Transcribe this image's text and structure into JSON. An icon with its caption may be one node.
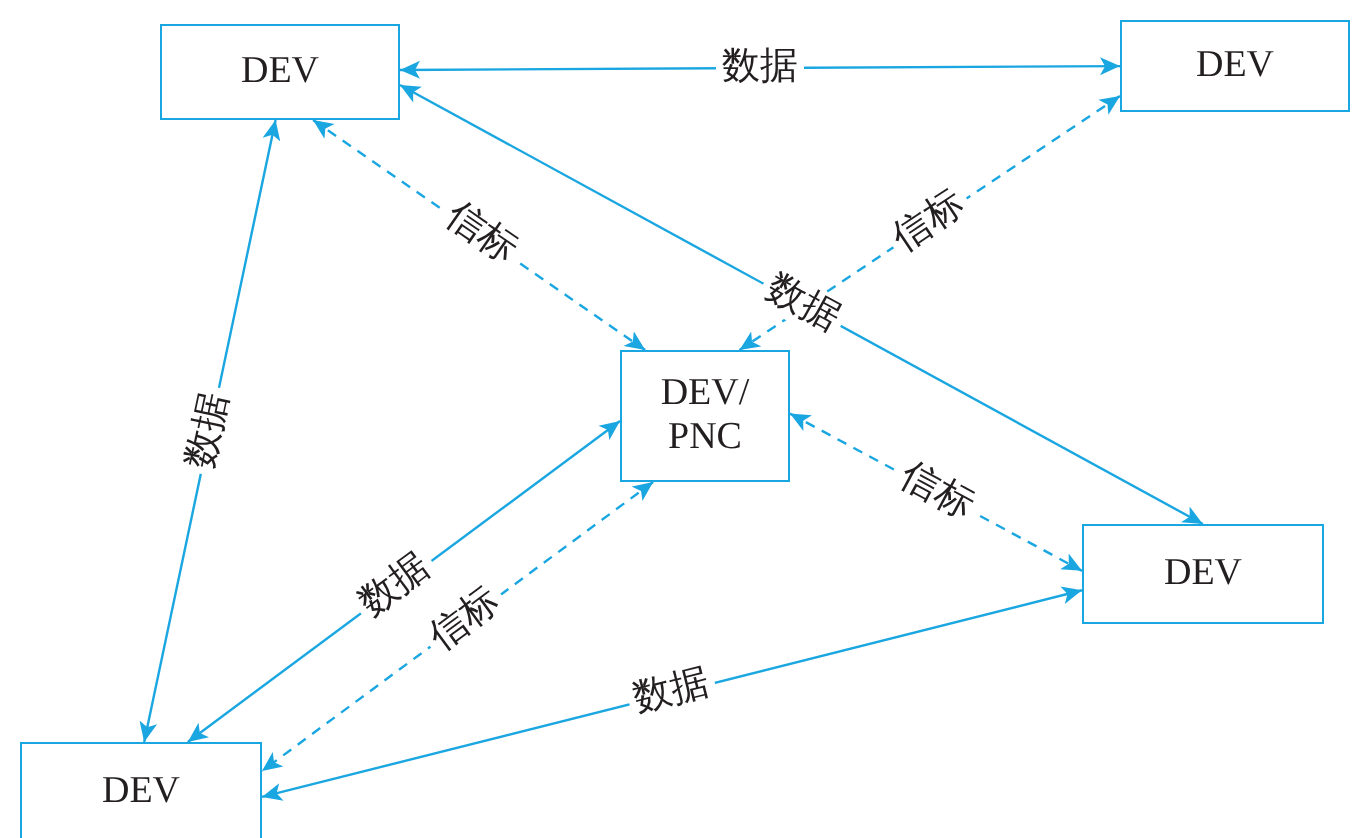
{
  "diagram": {
    "nodes": [
      {
        "text": [
          "DEV"
        ]
      },
      {
        "text": [
          "DEV"
        ]
      },
      {
        "text": [
          "DEV/ PNC"
        ]
      },
      {
        "text": [
          "DEV"
        ]
      },
      {
        "text": [
          "DEV"
        ]
      }
    ],
    "edges": [
      {
        "from": 0,
        "to": 1,
        "arrow": "both",
        "label": "数据"
      },
      {
        "from": 0,
        "to": 2,
        "arrow": "both",
        "label": "信标",
        "style": "dashed"
      },
      {
        "from": 1,
        "to": 2,
        "arrow": "both",
        "label": "信标",
        "style": "dashed"
      },
      {
        "from": 0,
        "to": 3,
        "arrow": "both",
        "label": "数据"
      },
      {
        "from": 0,
        "to": 4,
        "arrow": "both",
        "label": "数据"
      },
      {
        "from": 2,
        "to": 4,
        "arrow": "both",
        "label": "数据"
      },
      {
        "from": 2,
        "to": 4,
        "arrow": "both",
        "label": "信标",
        "style": "dashed"
      },
      {
        "from": 2,
        "to": 3,
        "arrow": "both",
        "label": "信标",
        "style": "dashed"
      },
      {
        "from": 3,
        "to": 4,
        "arrow": "both",
        "label": "数据"
      }
    ]
  }
}
